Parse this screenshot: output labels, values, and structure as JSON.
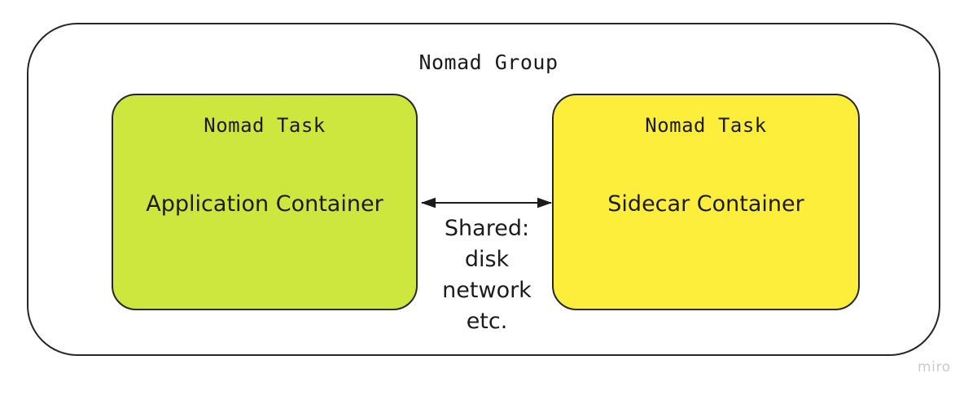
{
  "diagram": {
    "title": "Nomad Group",
    "watermark": "miro",
    "colors": {
      "green_task": "#cde73f",
      "yellow_task": "#fdee3c",
      "stroke": "#262626",
      "text": "#1b1b1b",
      "watermark": "#c9c9d4",
      "background": "#ffffff"
    },
    "tasks": [
      {
        "task_label": "Nomad Task",
        "container_label": "Application Container",
        "fill": "#cde73f"
      },
      {
        "task_label": "Nomad Task",
        "container_label": "Sidecar Container",
        "fill": "#fdee3c"
      }
    ],
    "connector": {
      "icon": "double-headed-arrow",
      "lines": [
        "Shared:",
        "disk",
        "network",
        "etc."
      ]
    }
  }
}
